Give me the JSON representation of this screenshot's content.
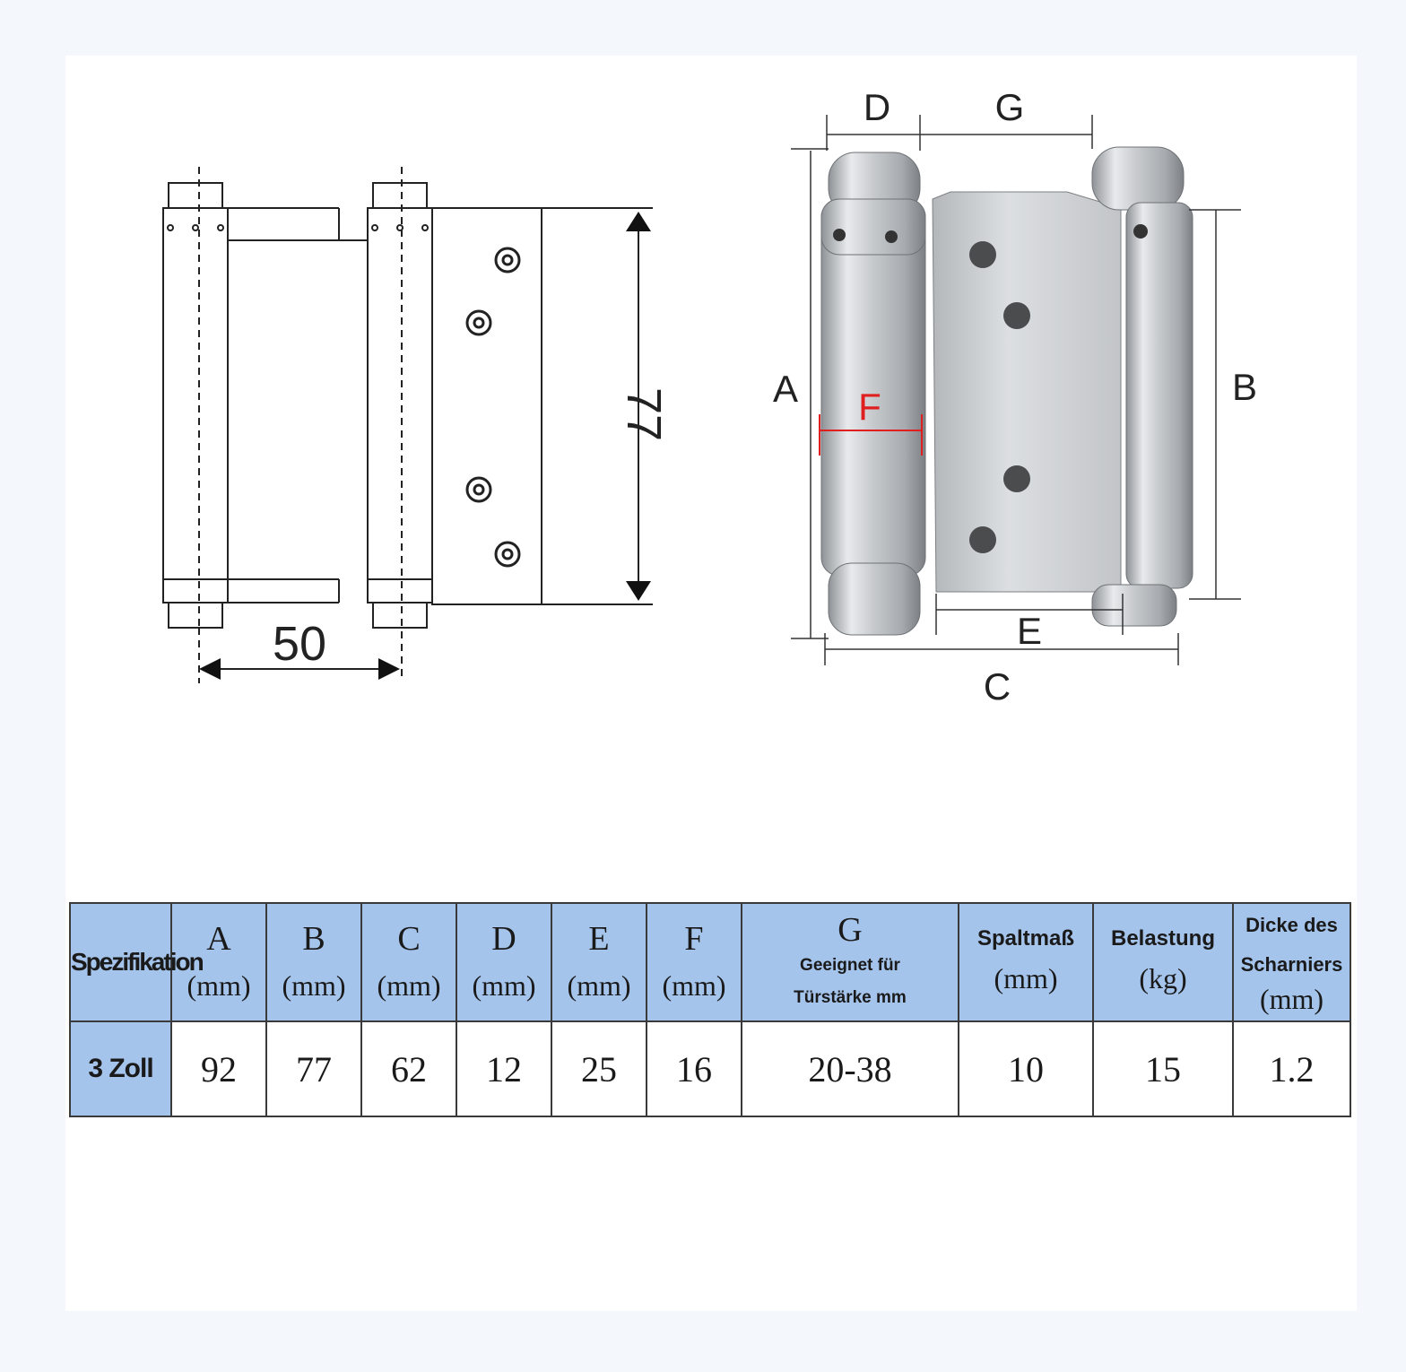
{
  "drawing_left": {
    "height_dimension": "77",
    "width_dimension": "50"
  },
  "drawing_right": {
    "labels": {
      "A": "A",
      "B": "B",
      "C": "C",
      "D": "D",
      "E": "E",
      "F": "F",
      "G": "G"
    },
    "f_label_color": "#e02020"
  },
  "spec_table": {
    "row_header_label": "Spezifikation",
    "columns": [
      {
        "letter": "A",
        "unit": "(mm)"
      },
      {
        "letter": "B",
        "unit": "(mm)"
      },
      {
        "letter": "C",
        "unit": "(mm)"
      },
      {
        "letter": "D",
        "unit": "(mm)"
      },
      {
        "letter": "E",
        "unit": "(mm)"
      },
      {
        "letter": "F",
        "unit": "(mm)"
      },
      {
        "letter": "G",
        "line2": "Geeignet für",
        "line3": "Türstärke mm"
      },
      {
        "title": "Spaltmaß",
        "unit": "(mm)"
      },
      {
        "title": "Belastung",
        "unit": "(kg)"
      },
      {
        "title": "Dicke des Scharniers",
        "unit": "(mm)"
      }
    ],
    "row": {
      "label": "3 Zoll",
      "values": [
        "92",
        "77",
        "62",
        "12",
        "25",
        "16",
        "20-38",
        "10",
        "15",
        "1.2"
      ]
    },
    "header_color": "#a4c4ec"
  }
}
